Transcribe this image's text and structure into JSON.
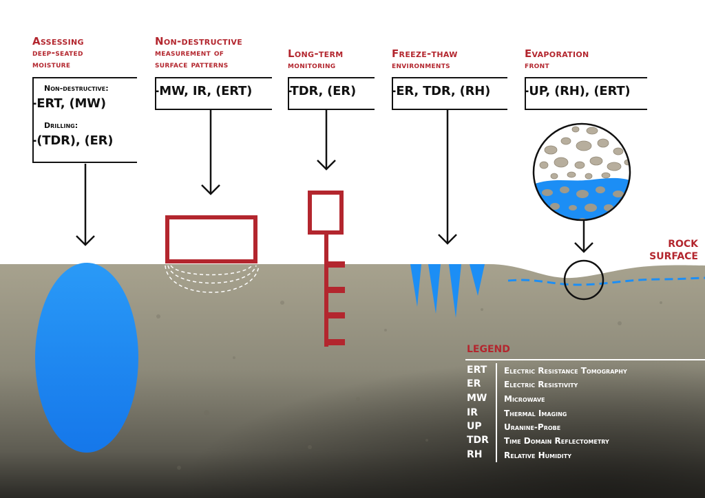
{
  "columns": [
    {
      "title_line1": "Assessing",
      "title_line2": "deep-seated",
      "title_line3": "moisture",
      "sub1": "Non-destructive:",
      "methods1": "ERT, (MW)",
      "sub2": "Drilling:",
      "methods2": "(TDR), (ER)"
    },
    {
      "title_line1": "Non-destructive",
      "title_line2": "measurement of",
      "title_line3": "surface patterns",
      "methods": "MW, IR, (ERT)"
    },
    {
      "title_line1": "Long-term",
      "title_line2": "monitoring",
      "methods": "TDR, (ER)"
    },
    {
      "title_line1": "Freeze-thaw",
      "title_line2": "environments",
      "methods": "ER, TDR, (RH)"
    },
    {
      "title_line1": "Evaporation",
      "title_line2": "front",
      "methods": "UP, (RH), (ERT)"
    }
  ],
  "rock_surface": {
    "line1": "ROCK",
    "line2": "SURFACE"
  },
  "legend": {
    "title": "LEGEND",
    "items": [
      {
        "abbr": "ERT",
        "full": "Electric Resistance Tomography"
      },
      {
        "abbr": "ER",
        "full": "Electric Resistivity"
      },
      {
        "abbr": "MW",
        "full": "Microwave"
      },
      {
        "abbr": "IR",
        "full": "Thermal Imaging"
      },
      {
        "abbr": "UP",
        "full": "Uranine-Probe"
      },
      {
        "abbr": "TDR",
        "full": "Time Domain Reflectometry"
      },
      {
        "abbr": "RH",
        "full": "Relative Humidity"
      }
    ]
  },
  "colors": {
    "accent_red": "#b3262e",
    "moisture_blue": "#1c8ef5",
    "rock_tan": "#8d8a7a",
    "line_black": "#111111"
  }
}
